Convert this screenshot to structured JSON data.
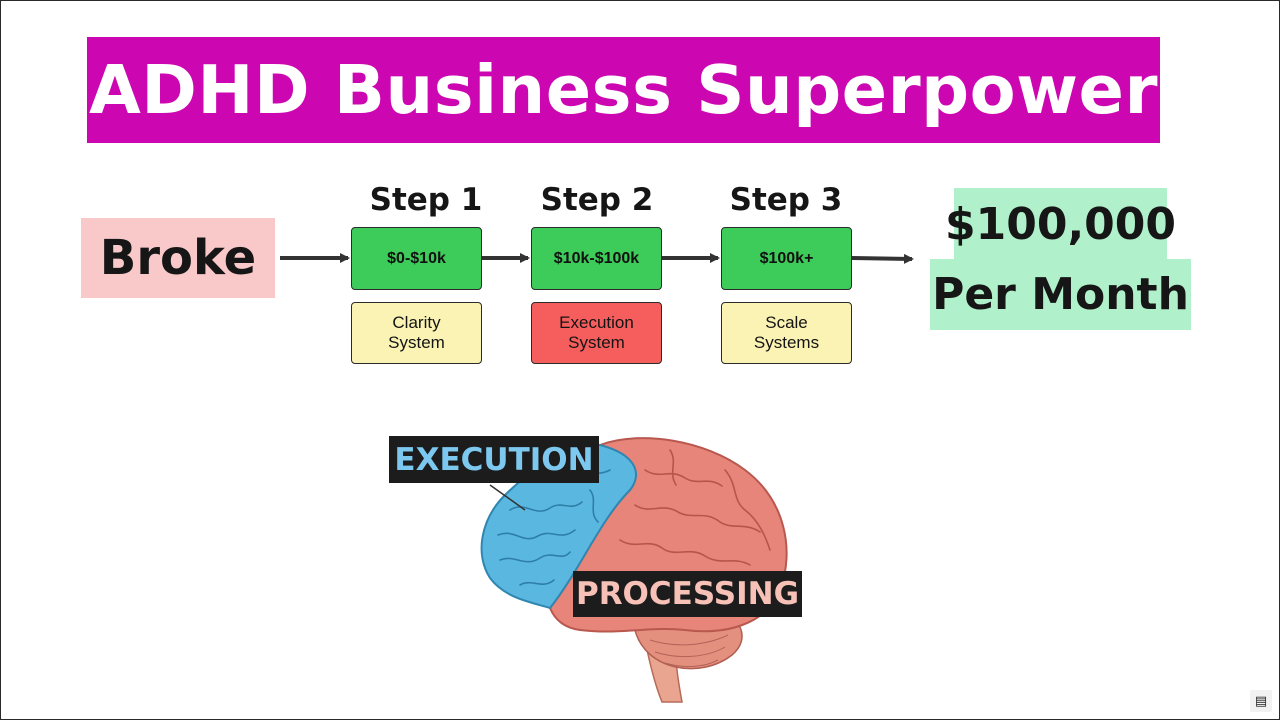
{
  "title": "ADHD Business Superpower",
  "start": {
    "label": "Broke"
  },
  "steps": [
    {
      "heading": "Step 1",
      "range": "$0-$10k",
      "system_line1": "Clarity",
      "system_line2": "System"
    },
    {
      "heading": "Step 2",
      "range": "$10k-$100k",
      "system_line1": "Execution",
      "system_line2": "System"
    },
    {
      "heading": "Step 3",
      "range": "$100k+",
      "system_line1": "Scale",
      "system_line2": "Systems"
    }
  ],
  "goal": {
    "line1": "$100,000",
    "line2": "Per Month"
  },
  "brain": {
    "execution_label": "EXECUTION",
    "processing_label": "PROCESSING"
  },
  "colors": {
    "title_bg": "#cc06b0",
    "broke_bg": "#f9c9c9",
    "step_money_bg": "#3dcc5a",
    "system_yellow": "#fbf3b3",
    "system_red": "#f65d5d",
    "goal_bg": "#b0f0ca",
    "brain_frontal": "#5ab8e0",
    "brain_rest": "#e8857a",
    "execution_text": "#7cc8ef",
    "processing_text": "#f7c1b8"
  },
  "icons": {
    "corner": "expand-icon"
  }
}
